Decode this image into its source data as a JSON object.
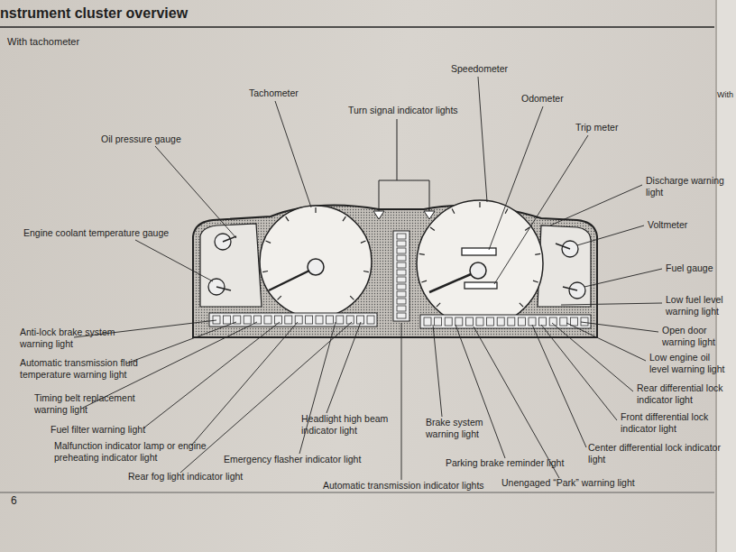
{
  "diagram": {
    "title": "nstrument cluster overview",
    "labels": [
      "With tachometer",
      "Speedometer",
      "Tachometer",
      "Odometer",
      "Turn signal indicator lights",
      "Trip meter",
      "Oil pressure gauge",
      "Discharge warning light",
      "Voltmeter",
      "Engine coolant temperature gauge",
      "Fuel gauge",
      "Low fuel level warning light",
      "Anti-lock brake system warning light",
      "Open door warning light",
      "Automatic transmission fluid temperature warning light",
      "Low engine oil level warning light",
      "Rear differential lock indicator light",
      "Timing belt replacement warning light",
      "Headlight high beam indicator light",
      "Brake system warning light",
      "Front differential lock indicator light",
      "Fuel filter warning light",
      "Center differential lock indicator light",
      "Malfunction indicator lamp or engine preheating indicator light",
      "Emergency flasher indicator light",
      "Parking brake reminder light",
      "Unengaged “Park” warning light",
      "Rear fog light indicator light",
      "Automatic transmission indicator lights",
      "6",
      "With"
    ]
  }
}
